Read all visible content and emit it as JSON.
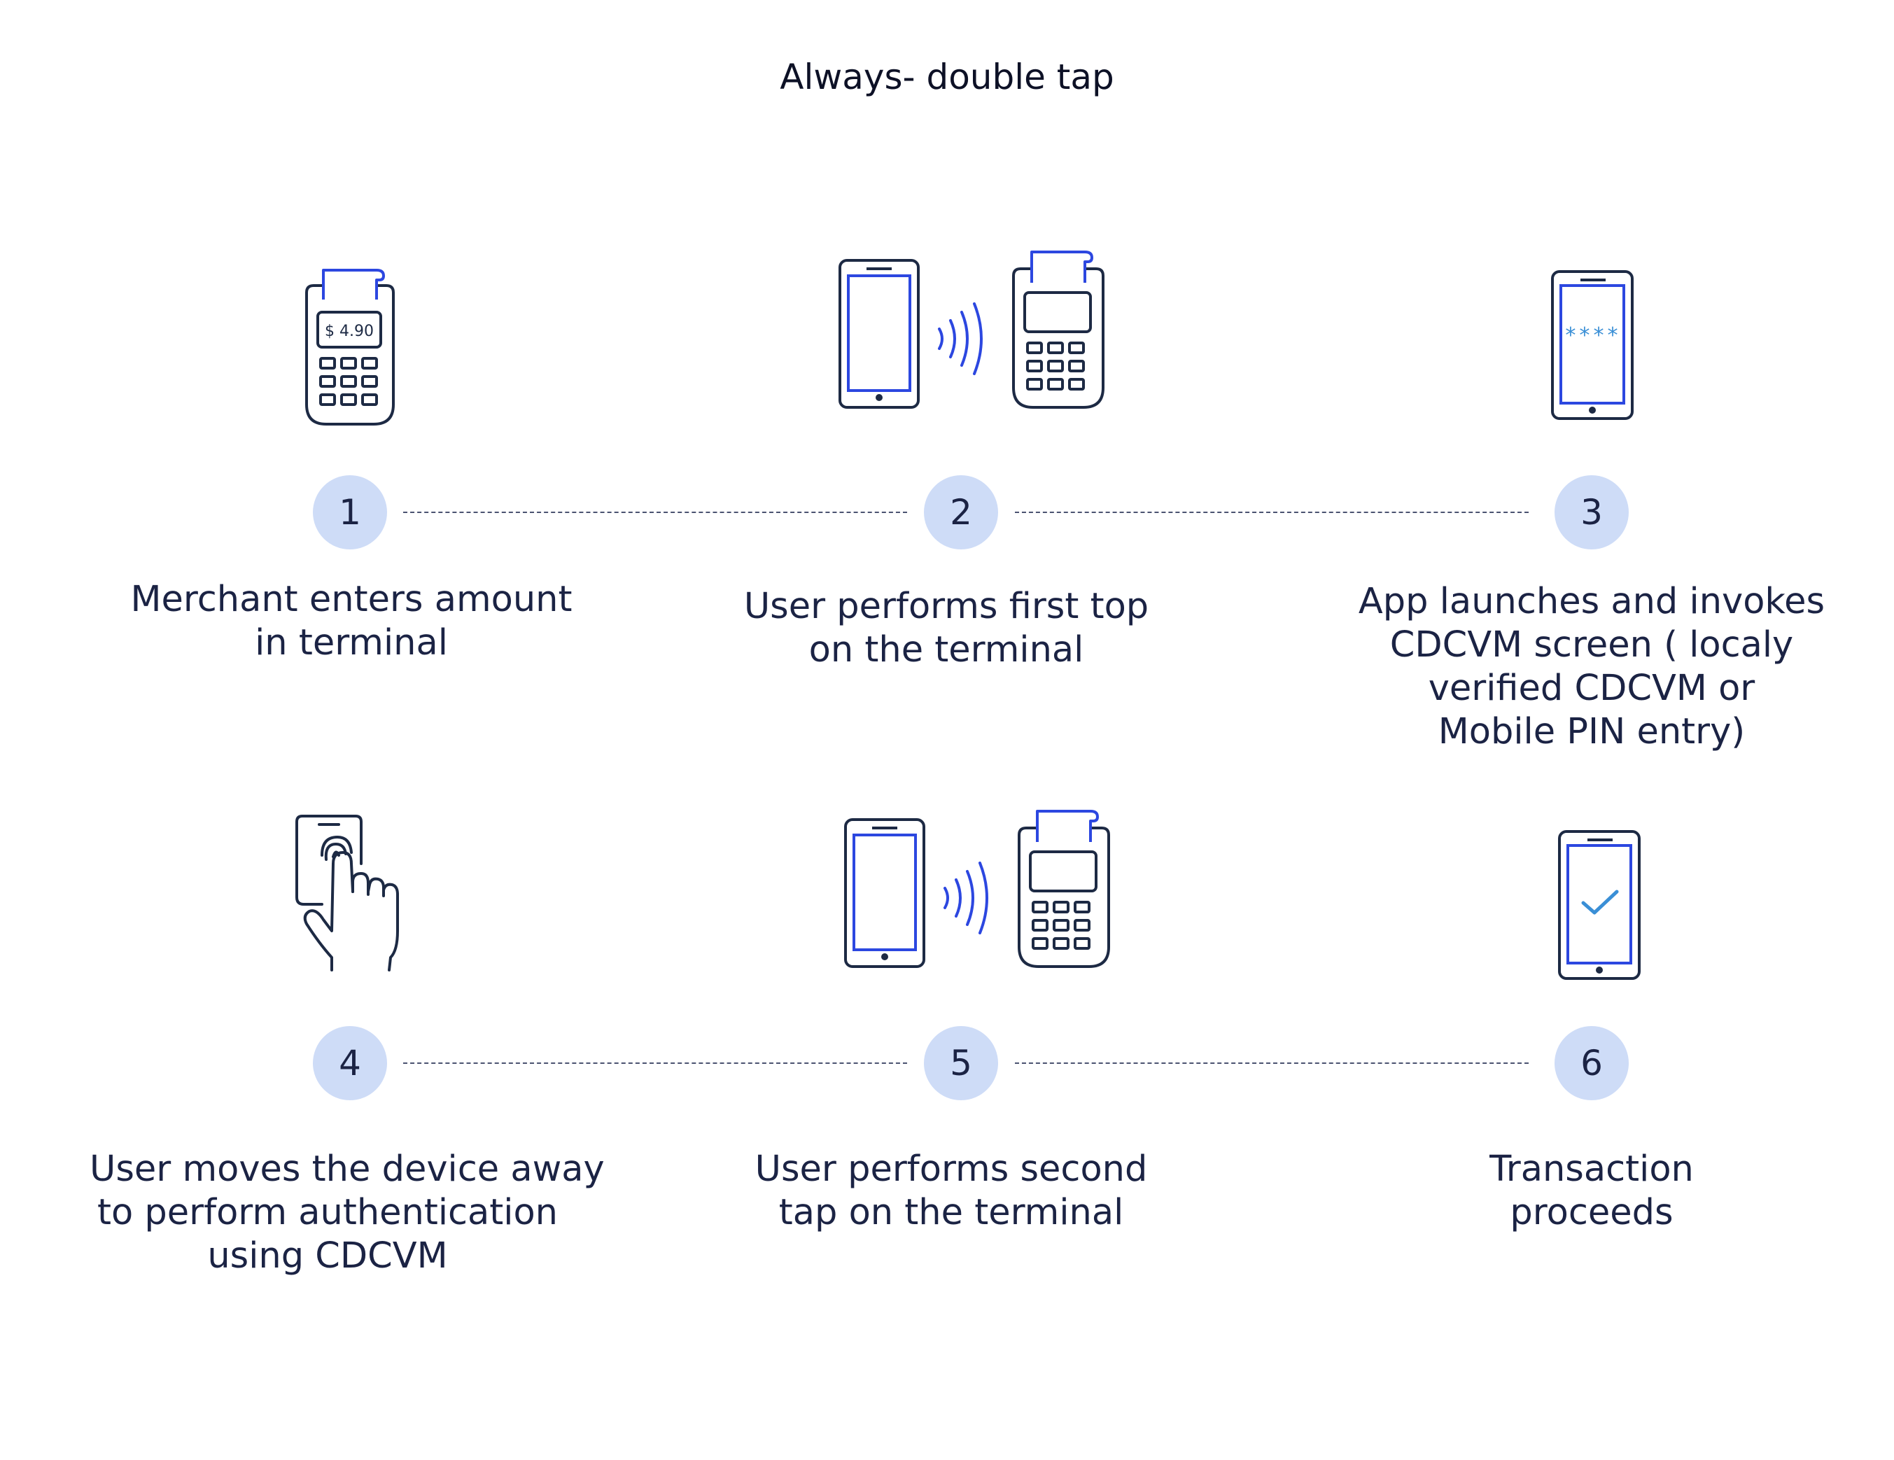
{
  "title": "Always- double tap",
  "colors": {
    "stroke": "#1d2a44",
    "accent": "#2c47e0",
    "check": "#3a8fd6",
    "circle": "#cedcf7",
    "text": "#1b2344"
  },
  "terminal_amount": "$ 4.90",
  "pin_mask": "****",
  "steps": [
    {
      "number": "1",
      "icon": "payment-terminal-icon",
      "caption": [
        "Merchant enters amount",
        "in terminal"
      ]
    },
    {
      "number": "2",
      "icon": "phone-tap-terminal-icon",
      "caption": [
        "User performs first top",
        "on the terminal"
      ]
    },
    {
      "number": "3",
      "icon": "phone-pin-icon",
      "caption": [
        "App launches and invokes",
        "CDCVM screen ( localy",
        "verified CDCVM or",
        "Mobile PIN entry)"
      ]
    },
    {
      "number": "4",
      "icon": "fingerprint-touch-icon",
      "caption": [
        "User moves the device away",
        "to perform authentication",
        "using CDCVM"
      ]
    },
    {
      "number": "5",
      "icon": "phone-tap-terminal-icon",
      "caption": [
        "User performs second",
        "tap on the terminal"
      ]
    },
    {
      "number": "6",
      "icon": "phone-checkmark-icon",
      "caption": [
        "Transaction",
        "proceeds"
      ]
    }
  ]
}
